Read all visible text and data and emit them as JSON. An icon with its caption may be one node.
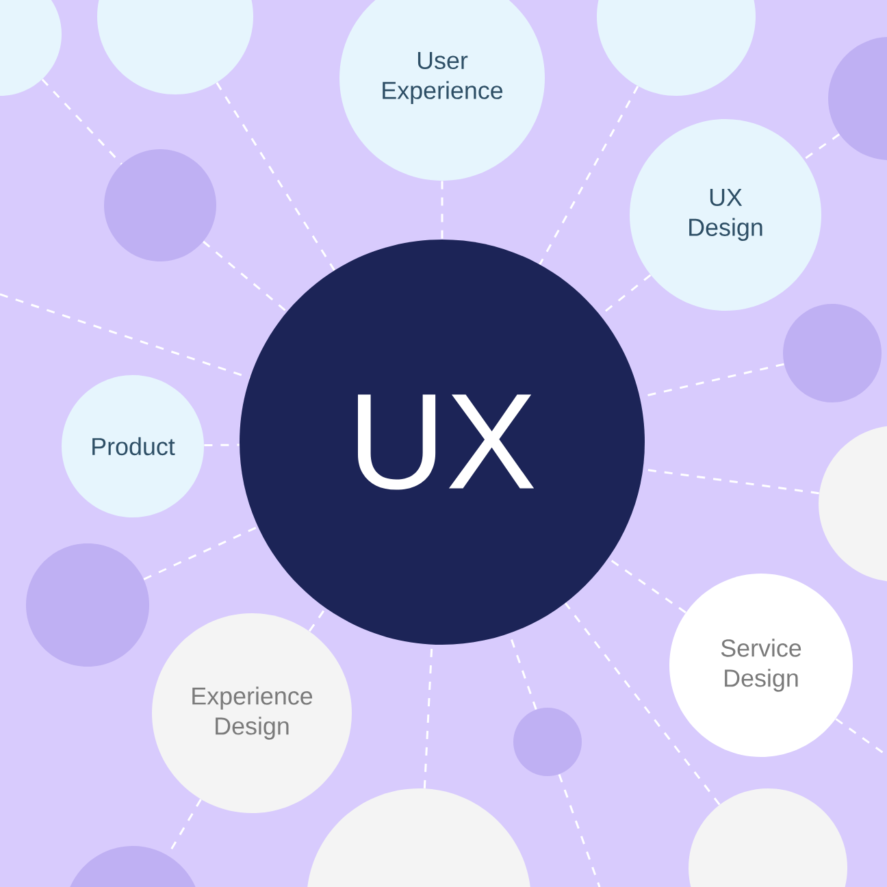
{
  "diagram": {
    "nodes": [
      {
        "text": [
          "UX"
        ]
      },
      {
        "text": [
          "User Experience"
        ]
      },
      {
        "text": [
          "UX Design"
        ]
      },
      {
        "text": [
          "Product"
        ]
      },
      {
        "text": [
          "Experience Design"
        ]
      },
      {
        "text": [
          "Service Design"
        ]
      },
      {
        "text": [],
        "shape": "circle"
      },
      {
        "text": [],
        "shape": "circle"
      },
      {
        "text": [],
        "shape": "circle"
      },
      {
        "text": [],
        "shape": "circle"
      },
      {
        "text": [],
        "shape": "circle"
      },
      {
        "text": [],
        "shape": "circle"
      },
      {
        "text": [],
        "shape": "circle"
      },
      {
        "text": [],
        "shape": "circle"
      },
      {
        "text": [],
        "shape": "circle"
      },
      {
        "text": [],
        "shape": "circle"
      },
      {
        "text": [],
        "shape": "circle"
      },
      {
        "text": [],
        "shape": "circle"
      }
    ],
    "edges": [
      {
        "from": 6,
        "to": 10,
        "arrow": "none"
      },
      {
        "from": 7,
        "to": 0,
        "arrow": "none"
      },
      {
        "from": 10,
        "to": 0,
        "arrow": "none"
      },
      {
        "from": null,
        "to": 0,
        "arrow": "none"
      },
      {
        "from": 3,
        "to": 0,
        "arrow": "none"
      },
      {
        "from": 1,
        "to": 0,
        "arrow": "none"
      },
      {
        "from": 8,
        "to": 0,
        "arrow": "none"
      },
      {
        "from": 2,
        "to": 0,
        "arrow": "none"
      },
      {
        "from": 9,
        "to": 2,
        "arrow": "none"
      },
      {
        "from": 11,
        "to": 0,
        "arrow": "none"
      },
      {
        "from": 12,
        "to": 0,
        "arrow": "none"
      },
      {
        "from": 5,
        "to": 0,
        "arrow": "none"
      },
      {
        "from": 5,
        "to": null,
        "arrow": "none"
      },
      {
        "from": 16,
        "to": 0,
        "arrow": "none"
      },
      {
        "from": 14,
        "to": 0,
        "arrow": "none"
      },
      {
        "from": 14,
        "to": null,
        "arrow": "none"
      },
      {
        "from": 4,
        "to": 0,
        "arrow": "none"
      },
      {
        "from": 4,
        "to": 17,
        "arrow": "none"
      },
      {
        "from": 15,
        "to": 0,
        "arrow": "none"
      },
      {
        "from": 13,
        "to": 0,
        "arrow": "none"
      }
    ]
  }
}
